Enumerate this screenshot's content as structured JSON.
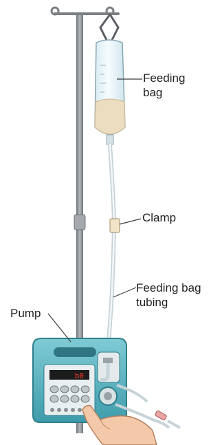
{
  "labels": {
    "feeding_bag": [
      "Feeding",
      "bag"
    ],
    "clamp": [
      "Clamp"
    ],
    "tubing": [
      "Feeding bag",
      "tubing"
    ],
    "pump": [
      "Pump"
    ]
  },
  "pump_display": "b0",
  "colors": {
    "pump_body": "#5fb9c6",
    "pump_dark": "#2e7f8c",
    "pole": "#8c8f95",
    "formula": "#ecdcc0",
    "bag": "#eef7fb",
    "skin": "#f4c9aa"
  }
}
